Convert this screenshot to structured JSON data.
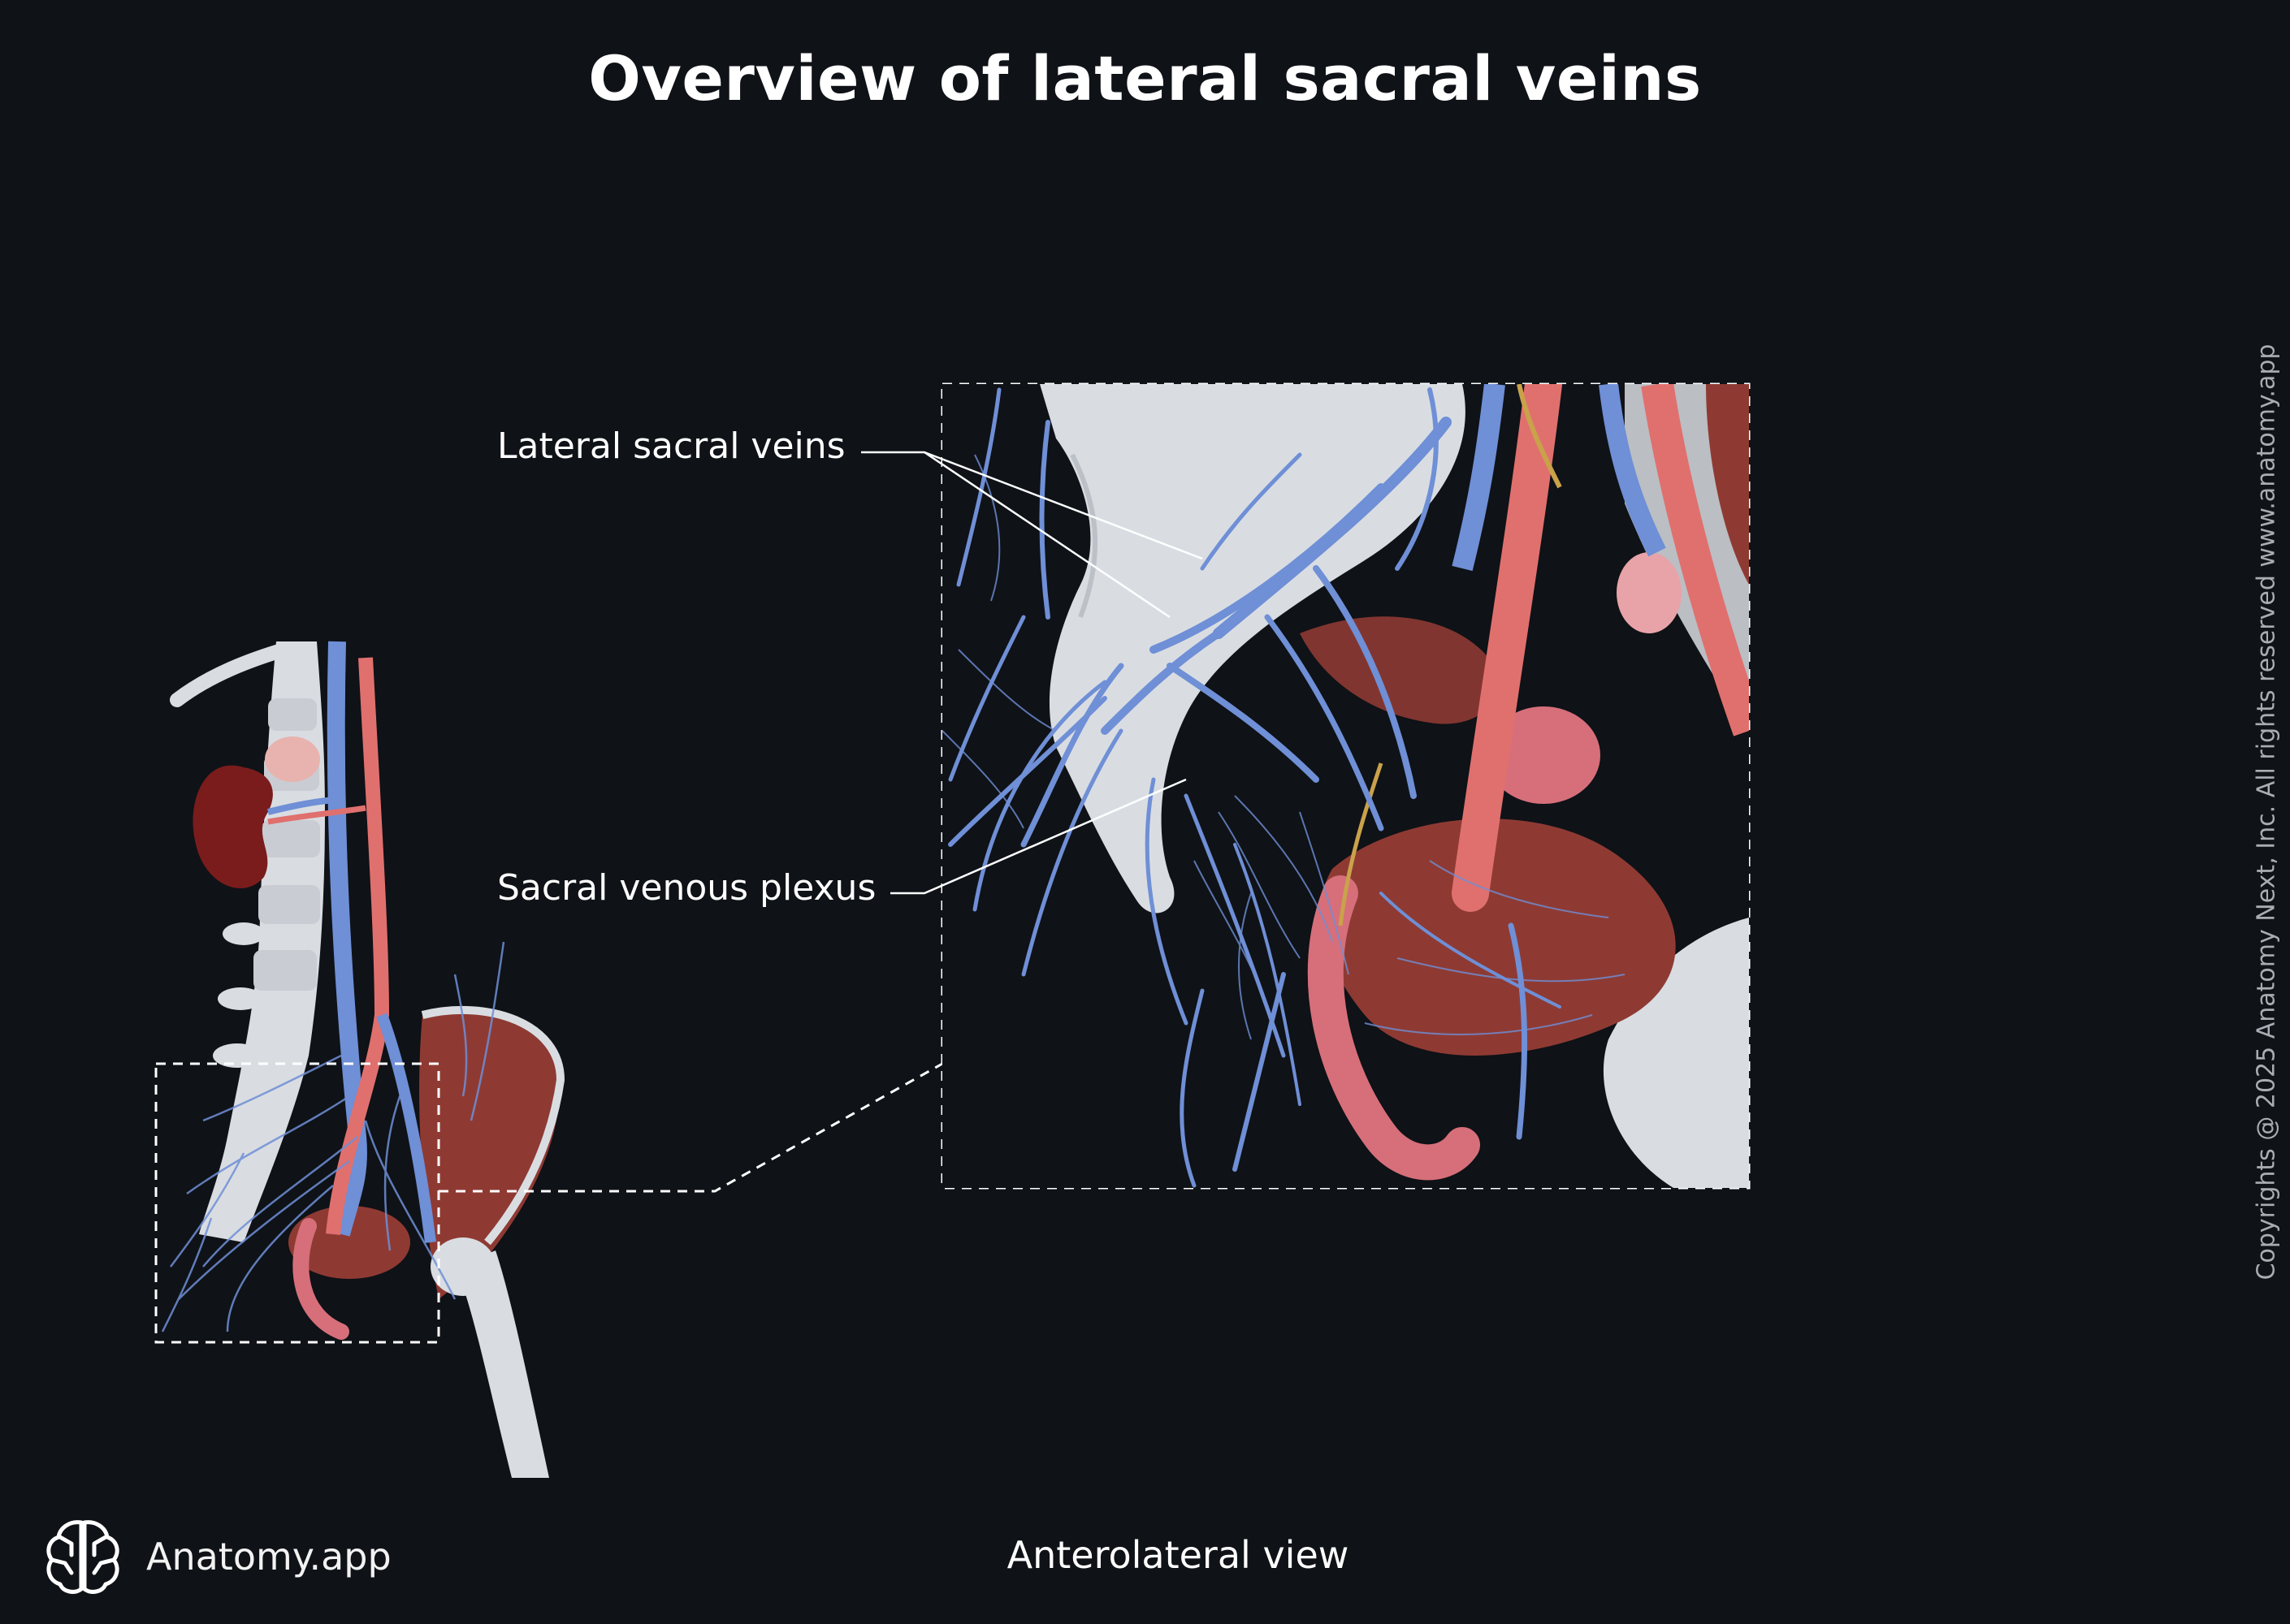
{
  "title": "Overview of lateral sacral veins",
  "labels": {
    "lateral_sacral_veins": "Lateral sacral veins",
    "sacral_venous_plexus": "Sacral venous plexus"
  },
  "caption": "Anterolateral view",
  "brand": {
    "name": "Anatomy.app",
    "icon": "brain-logo-icon"
  },
  "copyright": "Copyrights @ 2025 Anatomy Next, Inc. All rights reserved www.anatomy.app",
  "colors": {
    "background": "#0f1217",
    "vein": "#6f8fd6",
    "artery": "#e0706e",
    "bone": "#d9dde2",
    "muscle": "#8e3a33",
    "kidney": "#7a1c1c"
  }
}
